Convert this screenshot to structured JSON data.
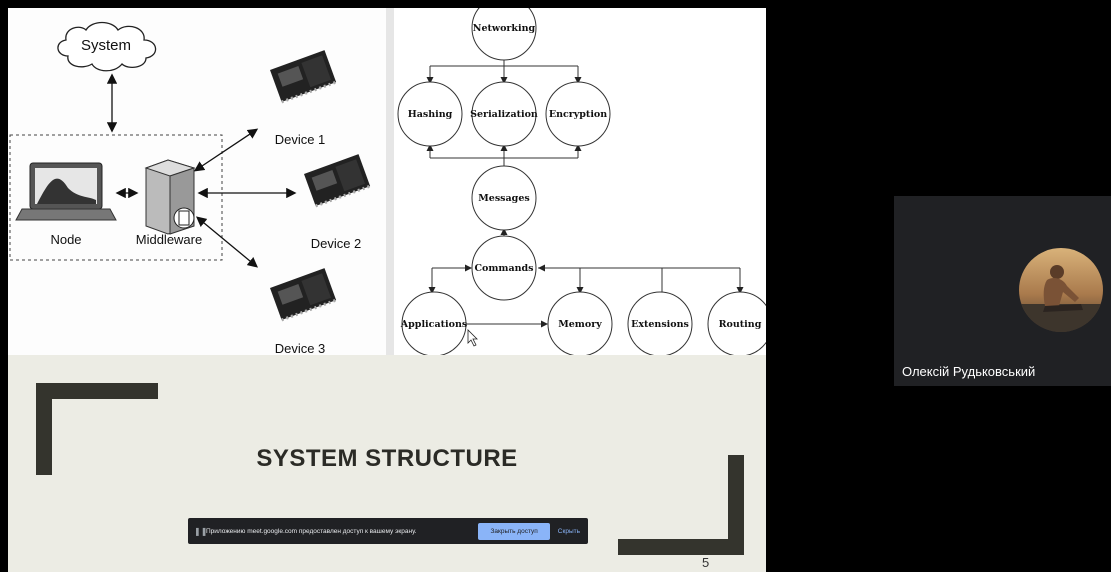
{
  "left_diagram": {
    "system": "System",
    "node": "Node",
    "middleware": "Middleware",
    "device1": "Device 1",
    "device2": "Device 2",
    "device3": "Device 3"
  },
  "right_diagram": {
    "networking": "Networking",
    "hashing": "Hashing",
    "serialization": "Serialization",
    "encryption": "Encryption",
    "messages": "Messages",
    "commands": "Commands",
    "applications": "Applications",
    "memory": "Memory",
    "extensions": "Extensions",
    "routing": "Routing"
  },
  "slide": {
    "title": "SYSTEM STRUCTURE",
    "page_number": "5"
  },
  "share_bar": {
    "pause_icon": "pause-icon",
    "message": "Приложению meet.google.com предоставлен доступ к вашему экрану.",
    "stop_label": "Закрыть доступ",
    "hide_label": "Скрыть"
  },
  "participant": {
    "name": "Олексій Рудьковський"
  }
}
